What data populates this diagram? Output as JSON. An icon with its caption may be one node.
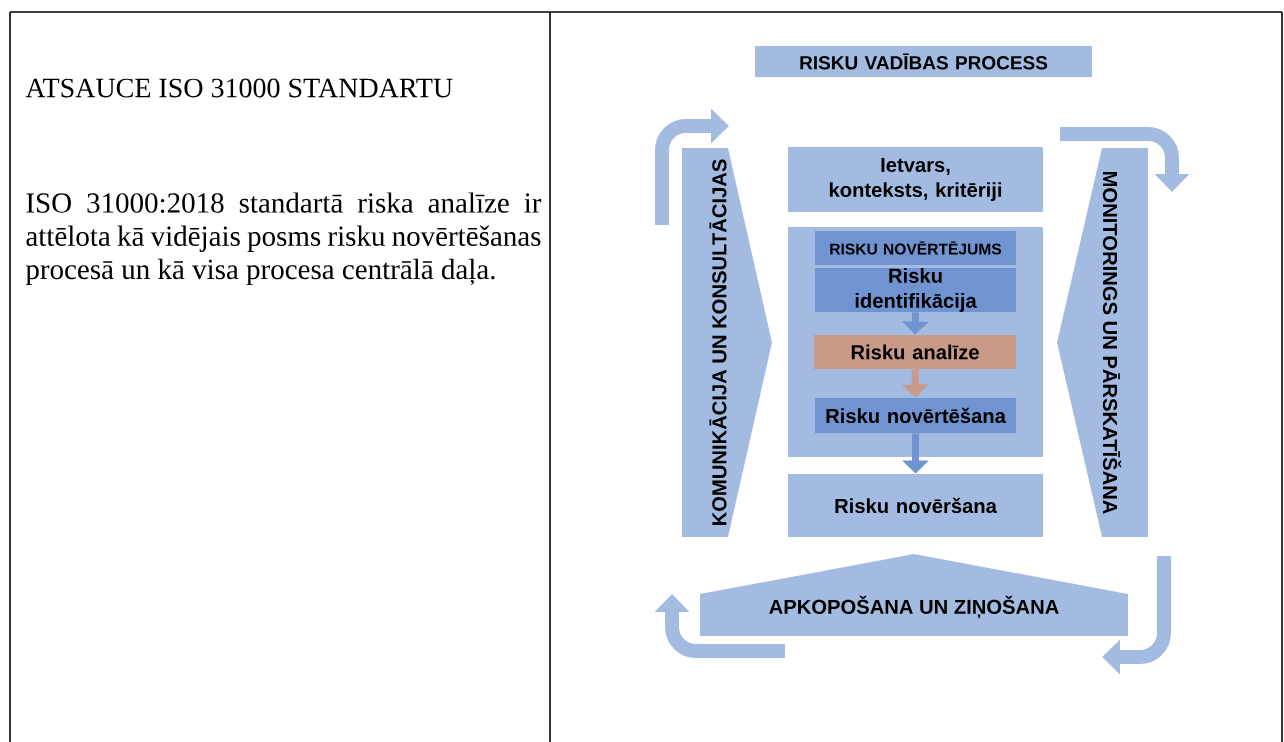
{
  "diagram": {
    "nodes": [
      {
        "text": [
          "RISKU VADĪBAS PROCESS"
        ]
      },
      {
        "text": [
          "KOMUNIKĀCIJA UN KONSULTĀCIJAS"
        ]
      },
      {
        "text": [
          "Ietvars, konteksts, kritēriji"
        ]
      },
      {
        "text": [],
        "shape": "box"
      },
      {
        "text": [
          "RISKU NOVĒRTĒJUMS"
        ],
        "in": 3
      },
      {
        "text": [
          "Risku identifikācija"
        ],
        "in": 3
      },
      {
        "text": [
          "Risku analīze"
        ],
        "in": 3
      },
      {
        "text": [
          "Risku novērtēšana"
        ],
        "in": 3
      },
      {
        "text": [
          "MONITORINGS UN PĀRSKATĪŠANA"
        ]
      },
      {
        "text": [
          "Risku novēršana"
        ]
      },
      {
        "text": [
          "APKOPOŠANA UN ZIŅOŠANA"
        ]
      }
    ],
    "edges": [
      {
        "from": 5,
        "to": 6,
        "arrow": "to"
      },
      {
        "from": 6,
        "to": 7,
        "arrow": "to",
        "color": "#c99a88"
      },
      {
        "from": 7,
        "to": 9,
        "arrow": "to"
      }
    ],
    "labels": [
      "ATSAUCE ISO 31000 STANDARTU",
      "ISO 31000:2018 standartā riska analīze ir attēlota kā vidējais posms risku novērtēšanas procesā un kā visa procesa centrālā daļa."
    ]
  }
}
